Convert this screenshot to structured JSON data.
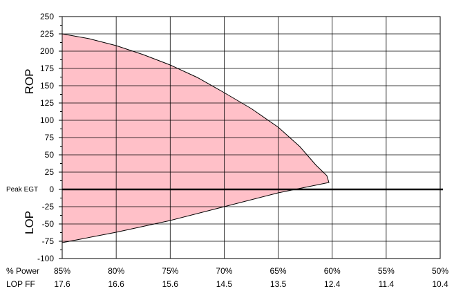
{
  "chart_data": {
    "type": "area",
    "y_axis_label_top": "ROP",
    "y_axis_label_bottom": "LOP",
    "baseline_label": "Peak EGT",
    "baseline_value": 0,
    "ylim": [
      -100,
      250
    ],
    "y_ticks": [
      250,
      225,
      200,
      175,
      150,
      125,
      100,
      75,
      50,
      25,
      0,
      -25,
      -50,
      -75,
      -100
    ],
    "xlim": [
      85,
      50
    ],
    "x_ticks": [
      85,
      80,
      75,
      70,
      65,
      60,
      55,
      50
    ],
    "x_row_labels": [
      {
        "label": "% Power",
        "values": [
          "85%",
          "80%",
          "75%",
          "70%",
          "65%",
          "60%",
          "55%",
          "50%"
        ]
      },
      {
        "label": "LOP FF",
        "values": [
          "17.6",
          "16.6",
          "15.6",
          "14.5",
          "13.5",
          "12.4",
          "11.4",
          "10.4"
        ]
      }
    ],
    "grid": true,
    "fill_color": "#FFC0C8",
    "series": [
      {
        "upper": [
          {
            "x": 85,
            "y": 225
          },
          {
            "x": 82.5,
            "y": 218
          },
          {
            "x": 80,
            "y": 208
          },
          {
            "x": 77.5,
            "y": 195
          },
          {
            "x": 75,
            "y": 180
          },
          {
            "x": 72.5,
            "y": 162
          },
          {
            "x": 70,
            "y": 140
          },
          {
            "x": 67.5,
            "y": 117
          },
          {
            "x": 65,
            "y": 90
          },
          {
            "x": 63,
            "y": 62
          },
          {
            "x": 61.5,
            "y": 35
          },
          {
            "x": 60.5,
            "y": 20
          },
          {
            "x": 60.3,
            "y": 10
          }
        ],
        "lower": [
          {
            "x": 85,
            "y": -77
          },
          {
            "x": 80,
            "y": -62
          },
          {
            "x": 75,
            "y": -45
          },
          {
            "x": 70,
            "y": -25
          },
          {
            "x": 65,
            "y": -5
          },
          {
            "x": 62.5,
            "y": 3
          },
          {
            "x": 60.3,
            "y": 10
          }
        ]
      }
    ]
  }
}
